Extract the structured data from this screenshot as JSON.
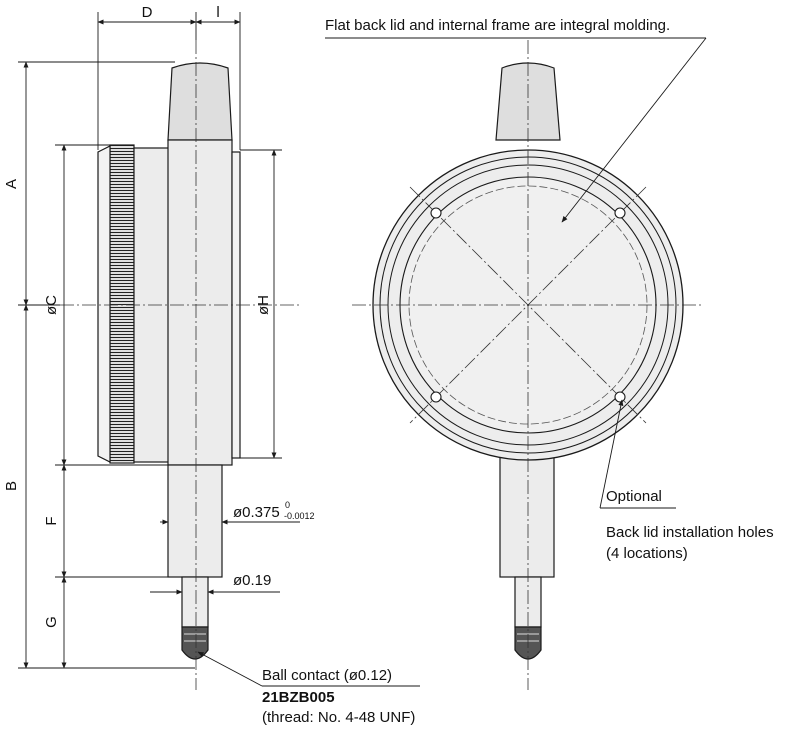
{
  "dimensions": {
    "D": "D",
    "l": "l",
    "A": "A",
    "B": "B",
    "C": "øC",
    "H": "øH",
    "F": "F",
    "G": "G",
    "stem": "ø0.375",
    "stem_tol_upper": "0",
    "stem_tol_lower": "-0.0012",
    "spindle": "ø0.19"
  },
  "annotations": {
    "back_lid": "Flat back lid and internal frame are integral molding.",
    "optional": "Optional",
    "holes_line1": "Back lid installation holes",
    "holes_line2": "(4 locations)",
    "ball_contact": "Ball contact (ø0.12)",
    "part_number": "21BZB005",
    "thread": "(thread: No. 4-48 UNF)"
  }
}
